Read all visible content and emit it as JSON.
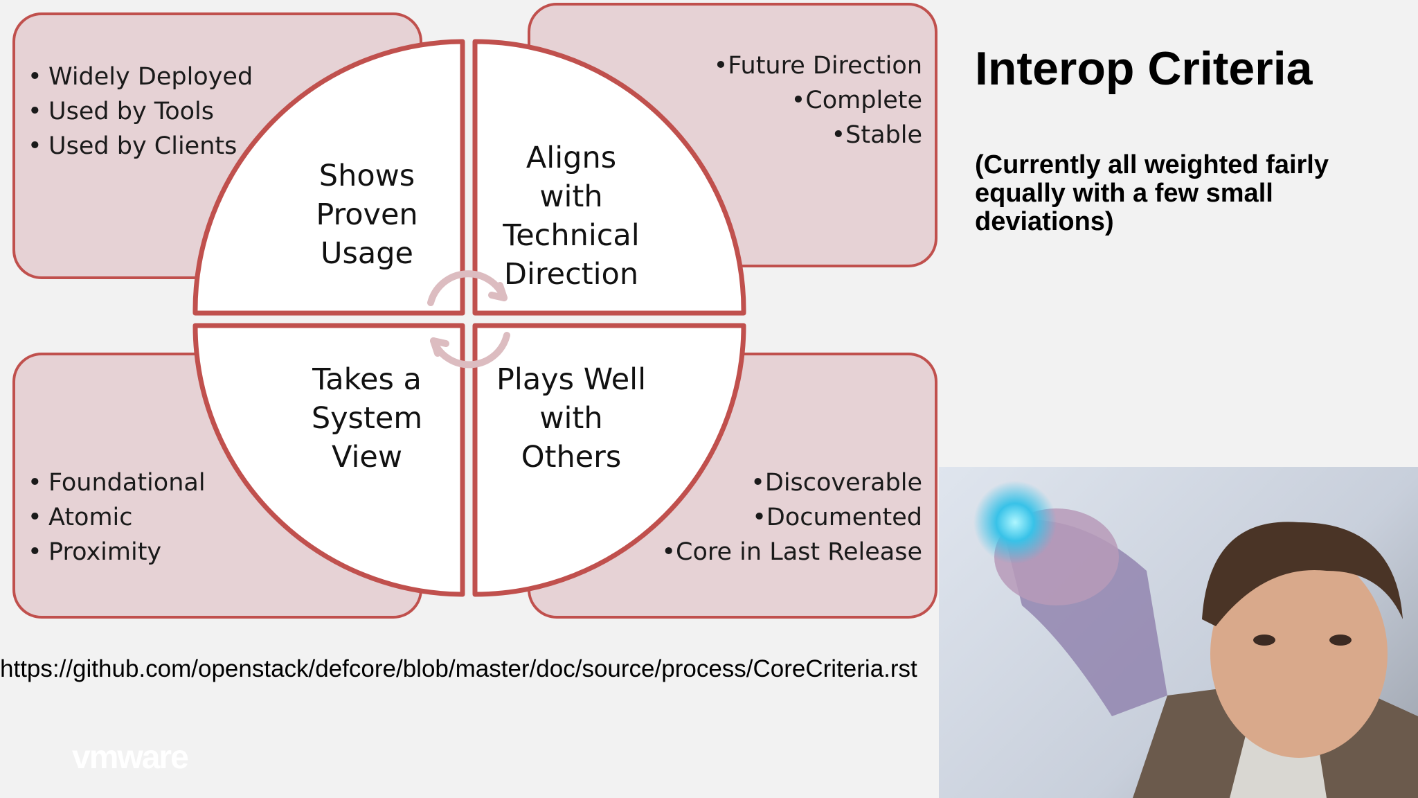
{
  "title": "Interop Criteria",
  "subtitle": "(Currently all weighted fairly equally with a few small deviations)",
  "url": "https://github.com/openstack/defcore/blob/master/doc/source/process/CoreCriteria.rst",
  "logo": "vmware",
  "quadrants": {
    "top_left": {
      "label": "Shows\nProven\nUsage",
      "bullets": [
        "Widely Deployed",
        "Used by Tools",
        "Used by Clients"
      ]
    },
    "top_right": {
      "label": "Aligns\nwith\nTechnical\nDirection",
      "bullets": [
        "Future Direction",
        "Complete",
        "Stable"
      ]
    },
    "bottom_left": {
      "label": "Takes a\nSystem\nView",
      "bullets": [
        "Foundational",
        "Atomic",
        "Proximity"
      ]
    },
    "bottom_right": {
      "label": "Plays Well\nwith\nOthers",
      "bullets": [
        "Discoverable",
        "Documented",
        "Core in Last Release"
      ]
    }
  },
  "colors": {
    "box_fill": "#e6d2d5",
    "accent": "#c0504d",
    "background": "#f2f2f2"
  },
  "bullet_glyph": "•",
  "photo_icon": "person-pointing-photo"
}
